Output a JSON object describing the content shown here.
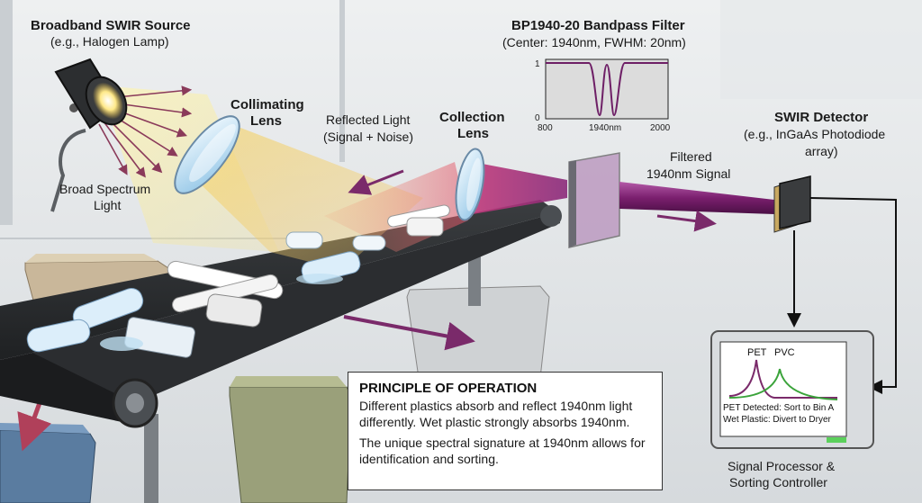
{
  "source": {
    "title": "Broadband SWIR Source",
    "subtitle": "(e.g., Halogen Lamp)"
  },
  "broad_light": {
    "line1": "Broad Spectrum",
    "line2": "Light"
  },
  "collimating_lens": {
    "line1": "Collimating",
    "line2": "Lens"
  },
  "reflected": {
    "line1": "Reflected Light",
    "line2": "(Signal + Noise)"
  },
  "collection_lens": {
    "line1": "Collection",
    "line2": "Lens"
  },
  "filter": {
    "title": "BP1940-20 Bandpass Filter",
    "subtitle": "(Center: 1940nm, FWHM: 20nm)",
    "ticks": {
      "y_top": "1",
      "y_bottom": "0",
      "x_left": "800",
      "x_mid": "1940nm",
      "x_right": "2000"
    }
  },
  "filtered": {
    "line1": "Filtered",
    "line2": "1940nm Signal"
  },
  "detector": {
    "title": "SWIR Detector",
    "line2": "(e.g., InGaAs Photodiode",
    "line3": "array)"
  },
  "monitor": {
    "label_pet": "PET",
    "label_pvc": "PVC",
    "status1": "PET Detected: Sort to Bin A",
    "status2": "Wet Plastic: Divert to Dryer"
  },
  "processor": {
    "line1": "Signal Processor &",
    "line2": "Sorting Controller"
  },
  "principle": {
    "title": "PRINCIPLE OF OPERATION",
    "p1": "Different plastics absorb and reflect 1940nm light differently. Wet plastic strongly absorbs 1940nm.",
    "p2": "The unique spectral signature at 1940nm allows for identification and sorting."
  },
  "colors": {
    "beam": "#8a2a7a",
    "arrow": "#7a2a6a",
    "filter_curve": "#6e1f66",
    "pet_curve": "#7a2a6a",
    "pvc_curve": "#3aa33a"
  }
}
